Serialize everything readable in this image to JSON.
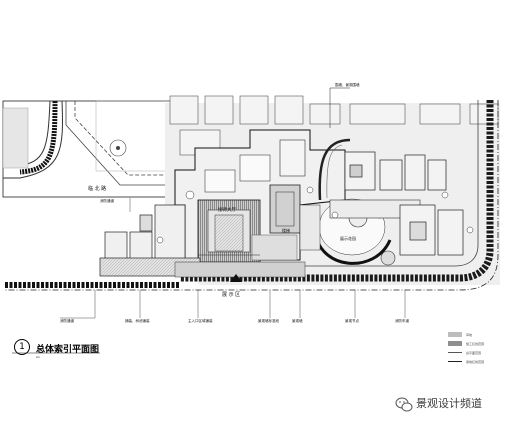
{
  "drawing": {
    "number": "1",
    "title": "总体索引平面图",
    "scale": "1:500",
    "subtitle": "A1"
  },
  "labels": {
    "road_top_left": "临 北 路",
    "main_lobby": "接待大厅",
    "stairs": "楼梯",
    "display_garden": "展示花园",
    "entrance_arrow": "入口",
    "entrance_text": "展 示 区",
    "callout_top": "围墙、景观围墙",
    "note_1": "消防通道",
    "note_2": "铺装、树池铺装",
    "note_3": "主入口区域铺装",
    "note_4": "景观墙标准段",
    "note_5": "景观墙",
    "note_6": "景观节点",
    "note_7": "消防车道",
    "note_8": "消防通道"
  },
  "legend": [
    {
      "label": "草地",
      "color": "#bdbdbd"
    },
    {
      "label": "施工红线范围",
      "color": "#8f8f8f"
    },
    {
      "label": "总平面范围",
      "color": "#555555"
    },
    {
      "label": "用地红线范围",
      "color": "#222222"
    }
  ],
  "watermark": {
    "text": "景观设计频道",
    "icon": "wechat-icon"
  }
}
